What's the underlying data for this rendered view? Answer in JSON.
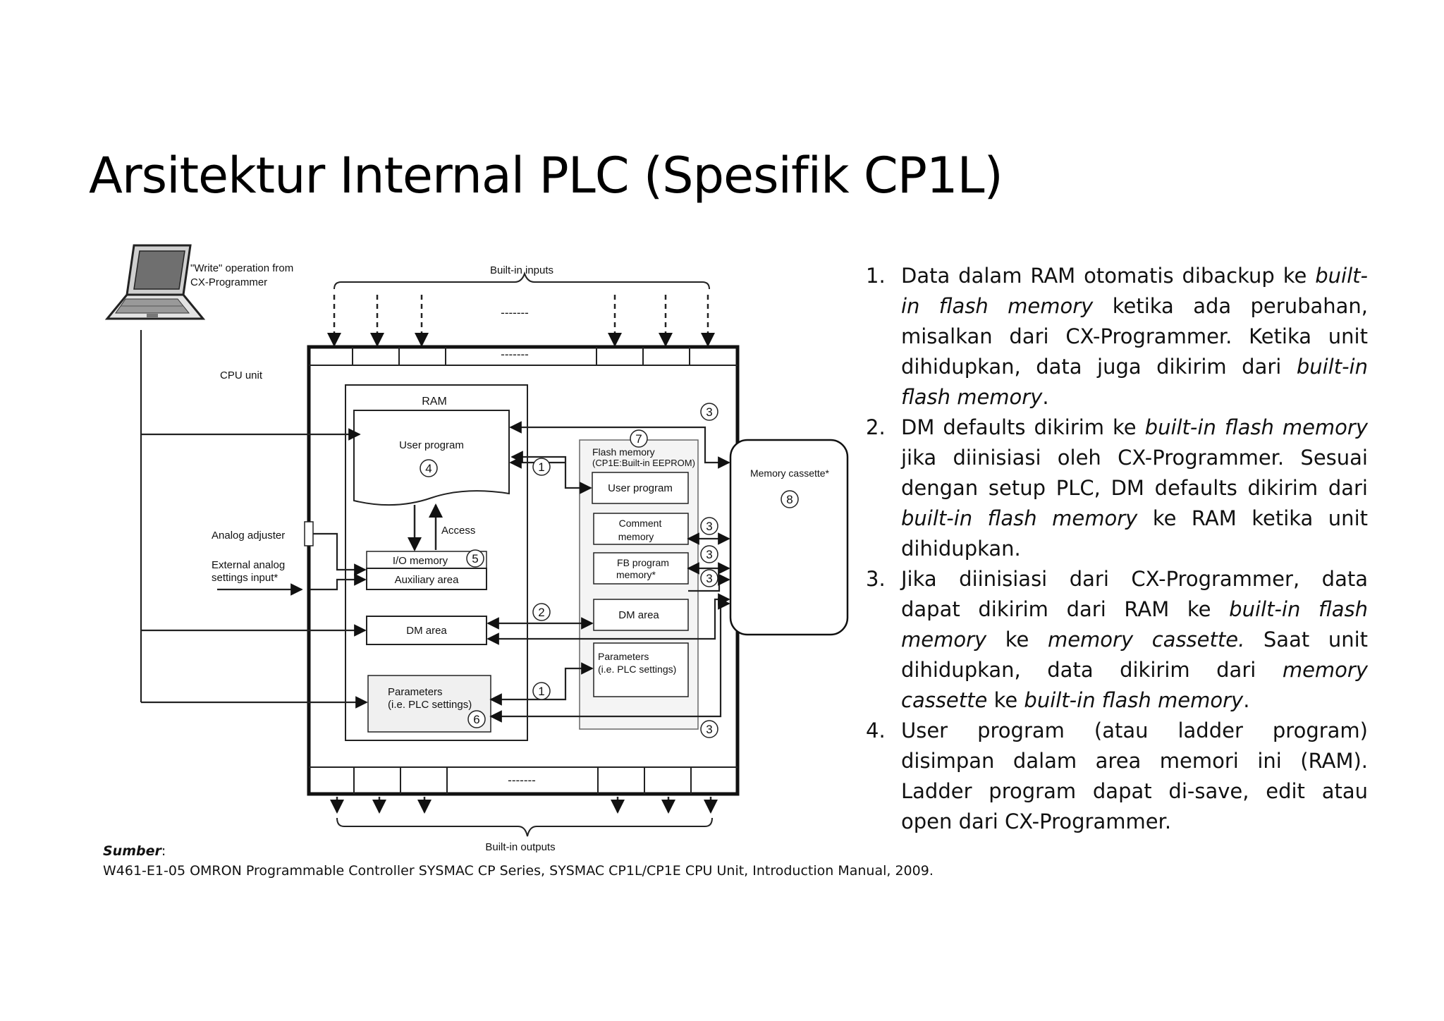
{
  "title": "Arsitektur Internal PLC (Spesifik CP1L)",
  "diagram": {
    "write_operation": [
      "\"Write\" operation from",
      "CX-Programmer"
    ],
    "built_in_inputs": "Built-in inputs",
    "built_in_outputs": "Built-in outputs",
    "dashes": "-------",
    "cpu_unit": "CPU unit",
    "analog_adjuster": "Analog adjuster",
    "external_analog": [
      "External analog",
      "settings input*"
    ],
    "ram": "RAM",
    "user_program": "User program",
    "access": "Access",
    "io_memory": "I/O memory",
    "auxiliary_area": "Auxiliary area",
    "dm_area": "DM area",
    "parameters": [
      "Parameters",
      "(i.e. PLC settings)"
    ],
    "flash_memory": [
      "Flash memory",
      "(CP1E:Built-in EEPROM)"
    ],
    "flash_user_program": "User program",
    "comment_memory": [
      "Comment",
      "memory"
    ],
    "fb_program_memory": [
      "FB program",
      "memory*"
    ],
    "flash_dm_area": "DM area",
    "flash_parameters": [
      "Parameters",
      "(i.e. PLC settings)"
    ],
    "memory_cassette": "Memory cassette*",
    "markers": {
      "m1": "1",
      "m2": "2",
      "m3": "3",
      "m4": "4",
      "m5": "5",
      "m6": "6",
      "m7": "7",
      "m8": "8"
    }
  },
  "notes": [
    {
      "num": "1.",
      "html": "Data dalam RAM otomatis dibackup ke <i>built-in flash memory</i> ketika ada perubahan, misalkan dari CX-Programmer. Ketika unit dihidupkan, data juga dikirim dari <i>built-in flash memory</i>."
    },
    {
      "num": "2.",
      "html": "DM defaults dikirim ke <i>built-in flash memory</i> jika diinisiasi oleh CX-Programmer. Sesuai dengan setup PLC, DM defaults dikirim dari <i>built-in flash memory</i> ke RAM ketika unit dihidupkan."
    },
    {
      "num": "3.",
      "html": "Jika diinisiasi dari CX-Programmer, data dapat dikirim dari RAM ke <i>built-in flash memory</i> ke <i>memory cassette.</i> Saat unit dihidupkan, data dikirim dari <i>memory cassette</i> ke <i>built-in flash memory</i>."
    },
    {
      "num": "4.",
      "html": "User program (atau ladder program) disimpan dalam area memori ini (RAM). Ladder program dapat di-save, edit atau open dari CX-Programmer."
    }
  ],
  "source": {
    "label": "Sumber",
    "reference": "W461-E1-05 OMRON Programmable Controller SYSMAC CP Series, SYSMAC CP1L/CP1E CPU Unit, Introduction Manual, 2009."
  }
}
